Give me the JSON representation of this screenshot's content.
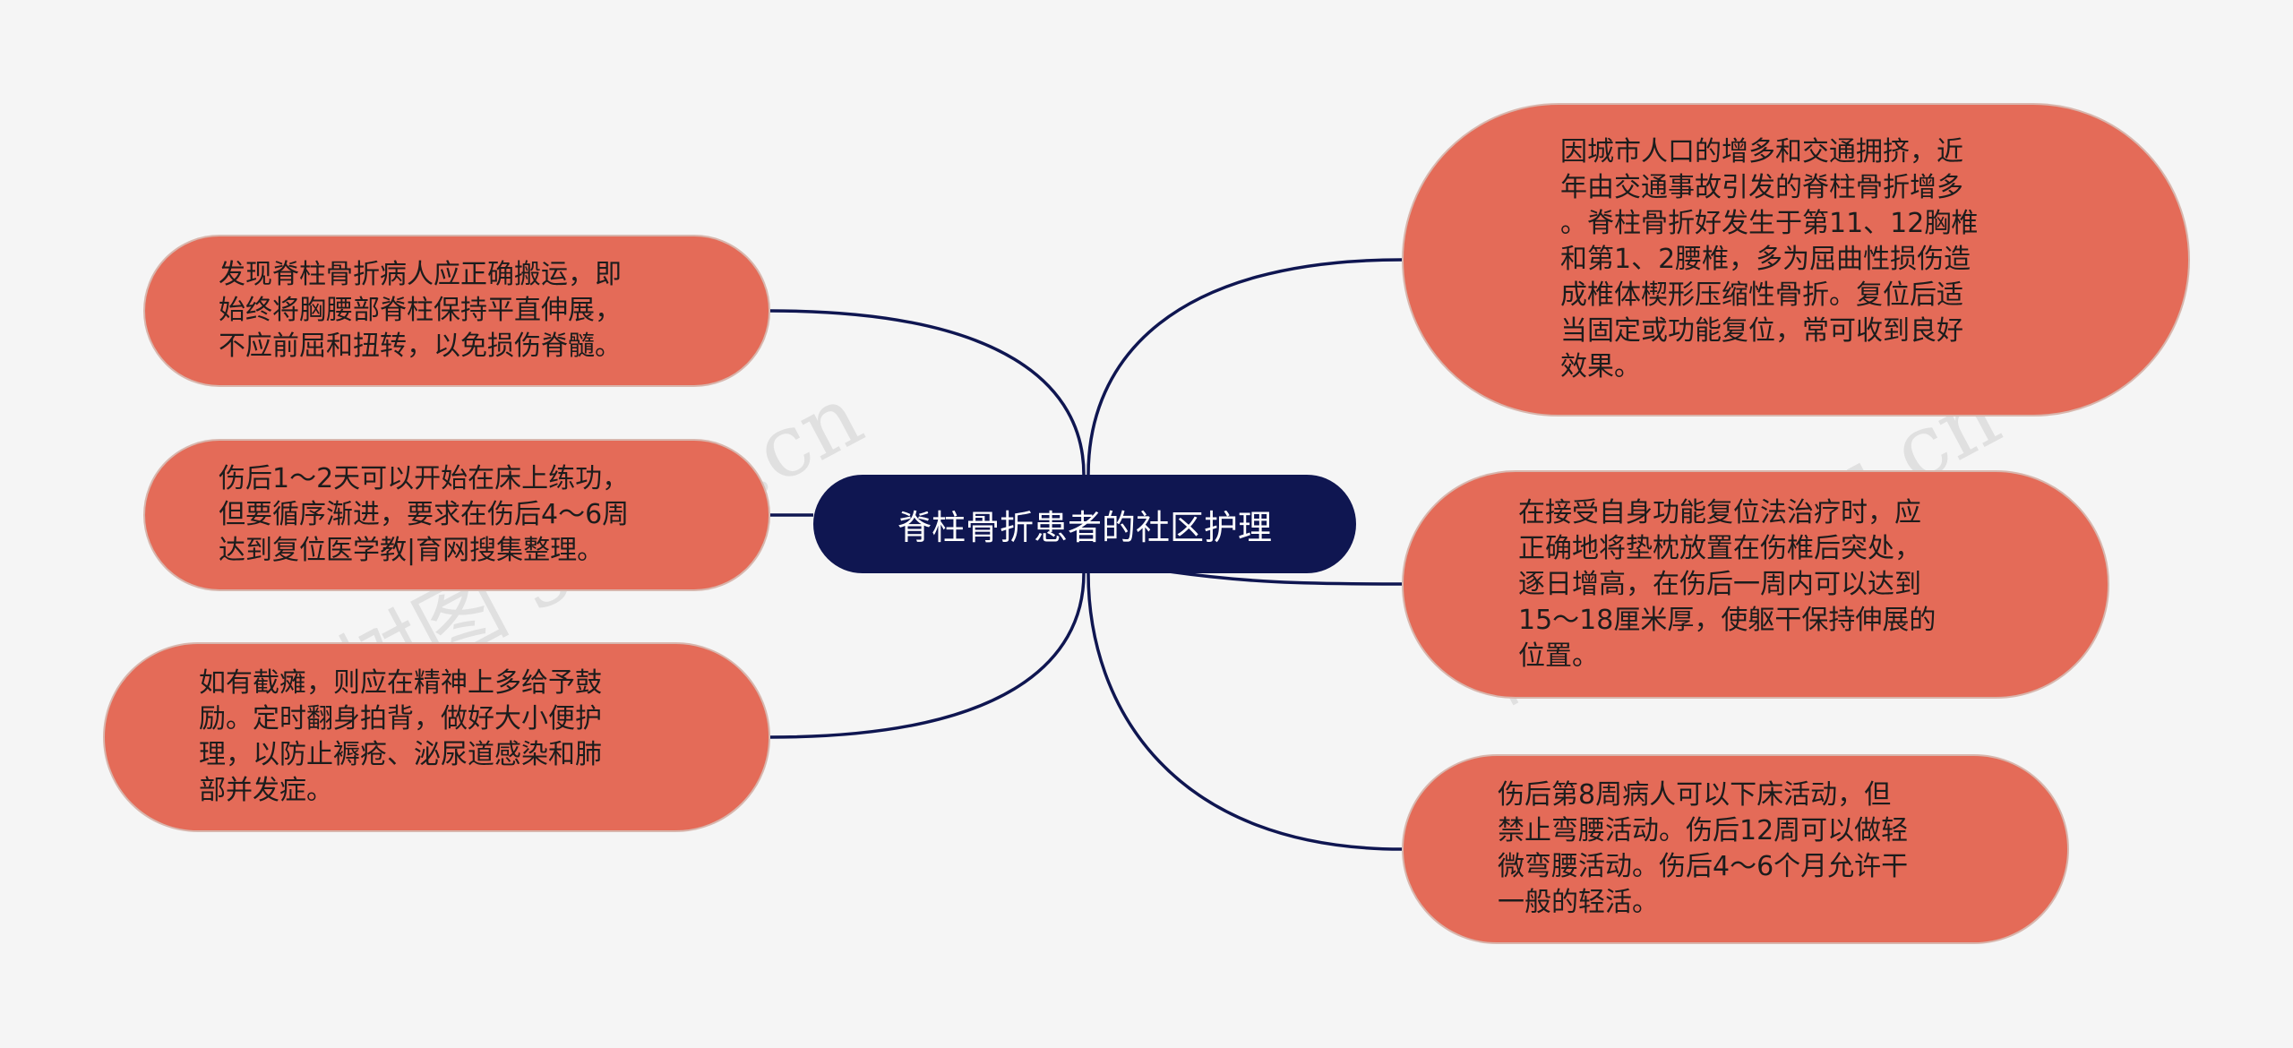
{
  "root": {
    "title": "脊柱骨折患者的社区护理"
  },
  "branches_left": [
    {
      "text": "发现脊柱骨折病人应正确搬运，即\n始终将胸腰部脊柱保持平直伸展，\n不应前屈和扭转，以免损伤脊髓。"
    },
    {
      "text": "伤后1～2天可以开始在床上练功，\n但要循序渐进，要求在伤后4～6周\n达到复位医学教|育网搜集整理。"
    },
    {
      "text": "如有截瘫，则应在精神上多给予鼓\n励。定时翻身拍背，做好大小便护\n理，以防止褥疮、泌尿道感染和肺\n部并发症。"
    }
  ],
  "branches_right": [
    {
      "text": "因城市人口的增多和交通拥挤，近\n年由交通事故引发的脊柱骨折增多\n。脊柱骨折好发生于第11、12胸椎\n和第1、2腰椎，多为屈曲性损伤造\n成椎体楔形压缩性骨折。复位后适\n当固定或功能复位，常可收到良好\n效果。"
    },
    {
      "text": "在接受自身功能复位法治疗时，应\n正确地将垫枕放置在伤椎后突处，\n逐日增高，在伤后一周内可以达到\n15～18厘米厚，使躯干保持伸展的\n位置。"
    },
    {
      "text": "伤后第8周病人可以下床活动，但\n禁止弯腰活动。伤后12周可以做轻\n微弯腰活动。伤后4～6个月允许干\n一般的轻活。"
    }
  ],
  "watermark": {
    "left": "树图 shutu.cn",
    "right": "树图 shutu.cn"
  },
  "colors": {
    "background": "#f5f5f5",
    "root_fill": "#0f1651",
    "node_fill": "#e46b58",
    "connector": "#0f1651"
  }
}
